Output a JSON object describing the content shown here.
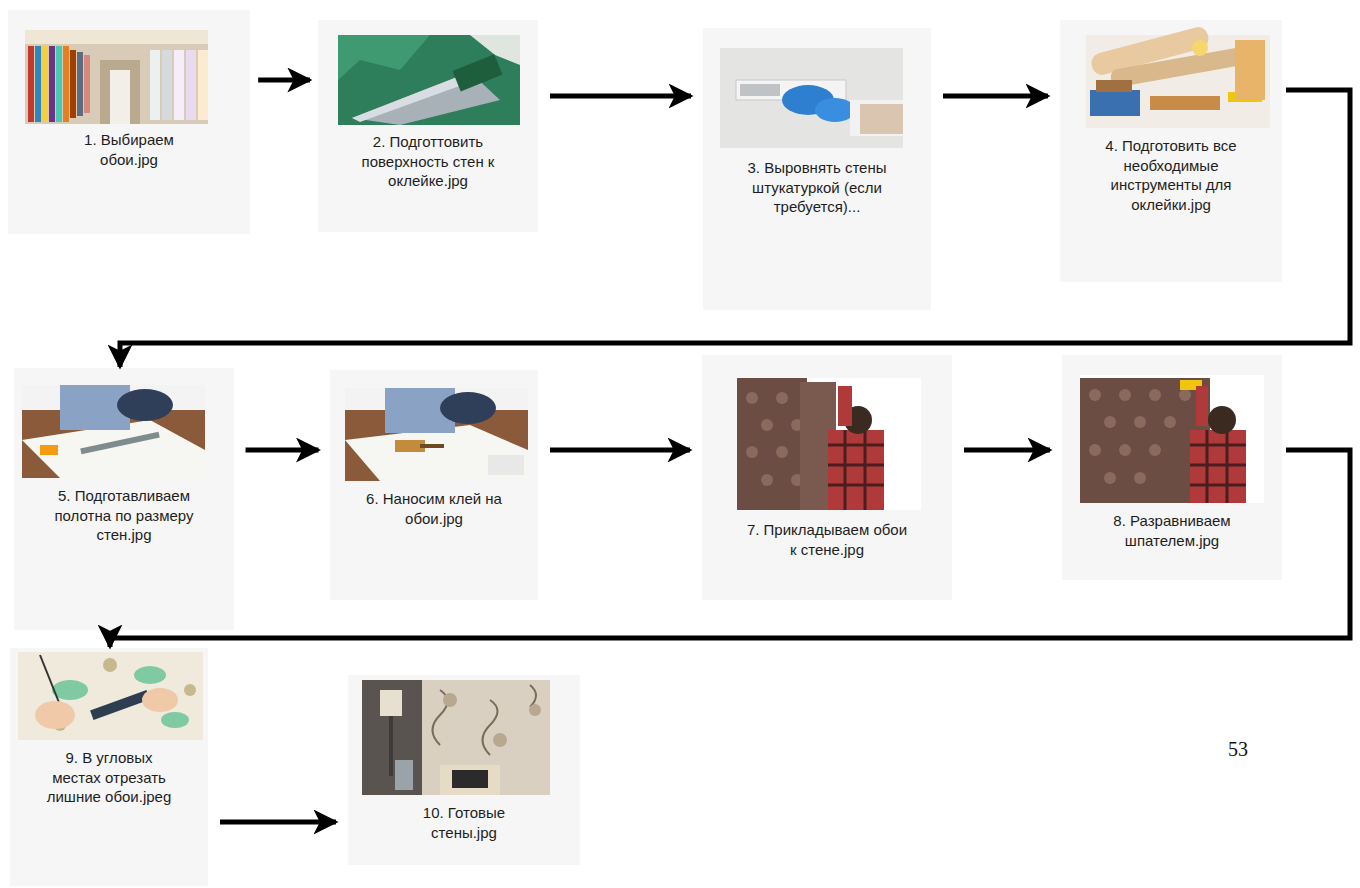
{
  "diagram": {
    "nodes": [
      {
        "text": [
          "1. Выбираем обои.jpg"
        ]
      },
      {
        "text": [
          "2. Подготтовить поверхность стен к оклейке.jpg"
        ]
      },
      {
        "text": [
          "3. Выровнять стены штукатуркой (если требуется)..."
        ]
      },
      {
        "text": [
          "4. Подготовить все необходимые инструменты для оклейки.jpg"
        ]
      },
      {
        "text": [
          "5. Подготавливаем полотна по размеру стен.jpg"
        ]
      },
      {
        "text": [
          "6. Наносим клей на обои.jpg"
        ]
      },
      {
        "text": [
          "7. Прикладываем обои к стене.jpg"
        ]
      },
      {
        "text": [
          "8. Разравниваем шпателем.jpg"
        ]
      },
      {
        "text": [
          "9. В угловых местах отрезать лишние обои.jpeg"
        ]
      },
      {
        "text": [
          "10. Готовые стены.jpg"
        ]
      }
    ],
    "edges": [
      {
        "from": 0,
        "to": 1,
        "arrow": "to"
      },
      {
        "from": 1,
        "to": 2,
        "arrow": "to"
      },
      {
        "from": 2,
        "to": 3,
        "arrow": "to"
      },
      {
        "from": 3,
        "to": 4,
        "arrow": "to"
      },
      {
        "from": 4,
        "to": 5,
        "arrow": "to"
      },
      {
        "from": 5,
        "to": 6,
        "arrow": "to"
      },
      {
        "from": 6,
        "to": 7,
        "arrow": "to"
      },
      {
        "from": 7,
        "to": 8,
        "arrow": "to"
      },
      {
        "from": 8,
        "to": 9,
        "arrow": "to"
      }
    ],
    "labels": [
      "53"
    ]
  }
}
